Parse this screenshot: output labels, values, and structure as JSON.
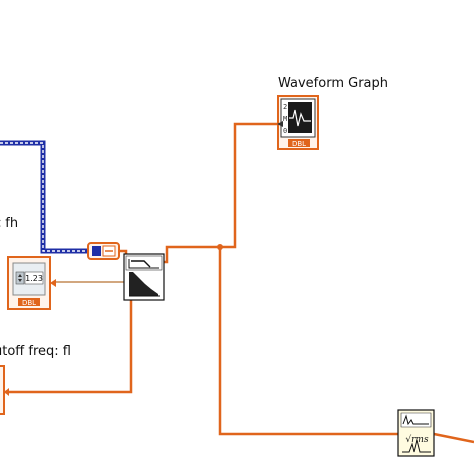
{
  "labels": {
    "waveform_graph": "Waveform Graph",
    "cutoff_high": "c fh",
    "cutoff_low": "utoff freq: fl"
  },
  "terminals": {
    "numeric_text": "1.23",
    "dbl_type": "DBL"
  },
  "icons": {
    "waveform_graph_terminal": "waveform-graph-icon",
    "numeric_control": "numeric-control-icon",
    "conversion_node": "to-dbl-conversion-icon",
    "filter_vi": "butterworth-filter-icon",
    "power_spectrum_vi": "power-spectrum-icon"
  },
  "colors": {
    "orange_wire": "#e0651c",
    "blue_wire": "#1f2fa6",
    "terminal_border": "#e0651c",
    "background": "#ffffff"
  }
}
